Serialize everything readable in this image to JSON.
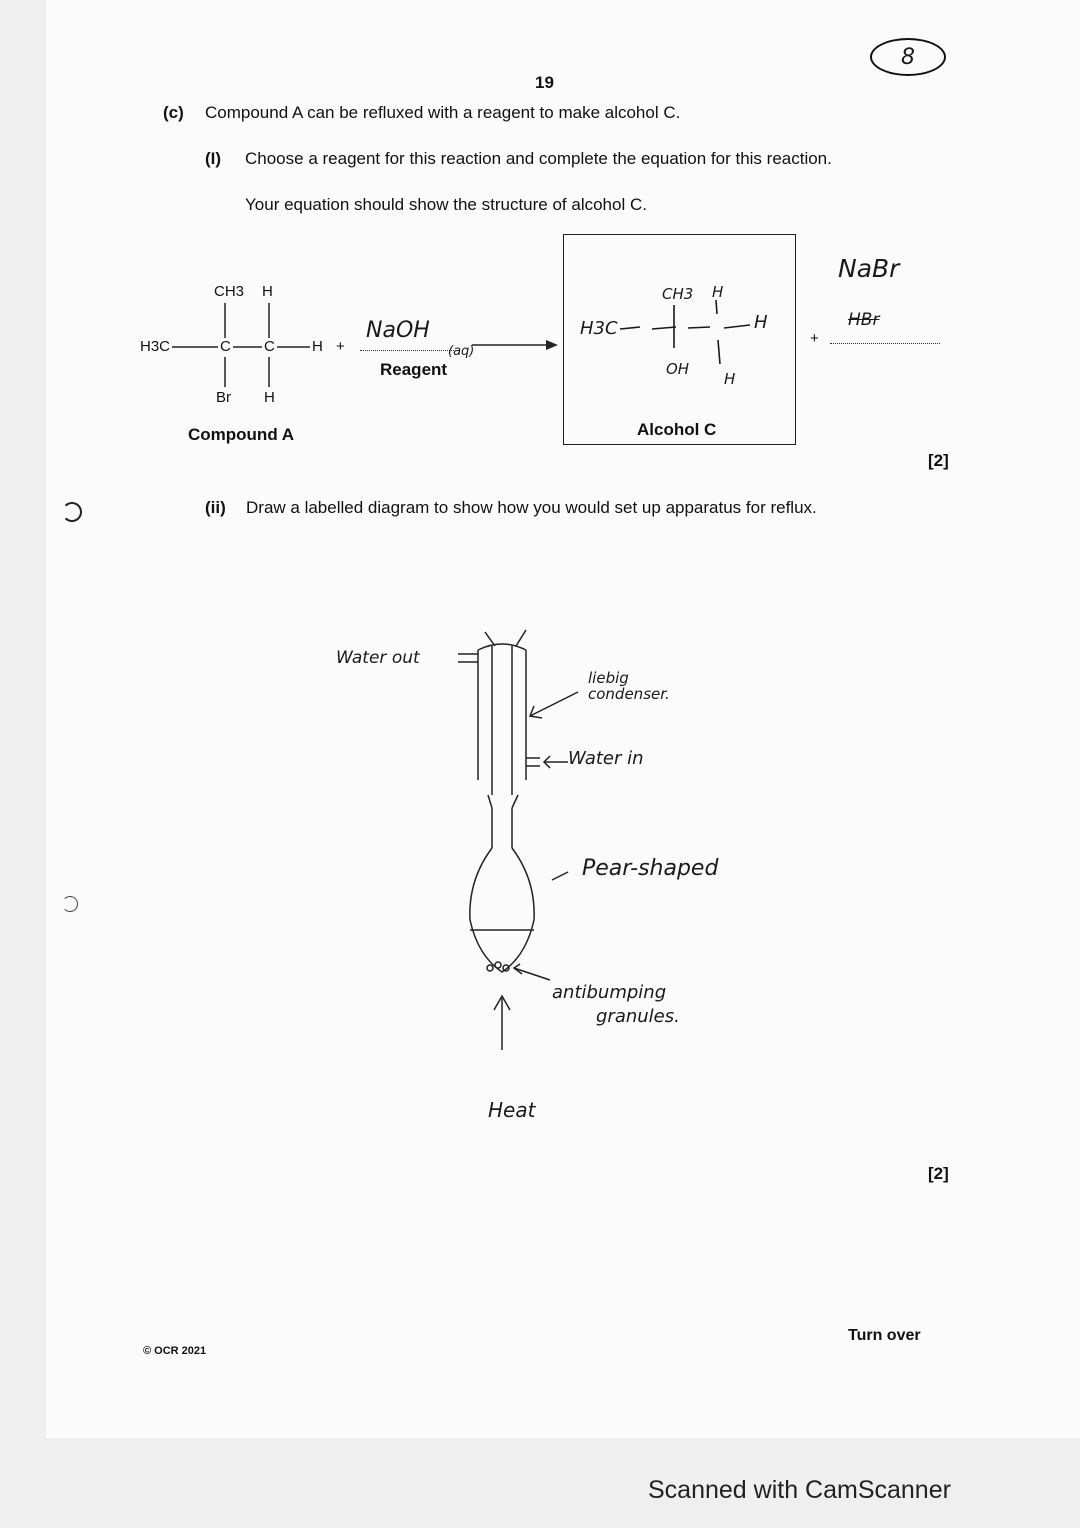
{
  "page": {
    "number": "19",
    "mark_circle": "8",
    "footer_left": "© OCR 2021",
    "footer_right": "Turn over",
    "scanner_watermark": "Scanned with CamScanner"
  },
  "part_c": {
    "label": "(c)",
    "stem": "Compound A can be refluxed with a reagent to make alcohol C.",
    "sub_i_label": "(I)",
    "sub_i_text": "Choose a reagent for this reaction and complete the equation for this reaction.",
    "sub_i_text2": "Your equation should show the structure of alcohol C.",
    "marks_i": "[2]",
    "sub_ii_label": "(ii)",
    "sub_ii_text": "Draw a labelled diagram to show how you would set up apparatus for reflux.",
    "marks_ii": "[2]"
  },
  "equation": {
    "compound_a": {
      "ch3": "CH3",
      "h_top": "H",
      "h3c": "H3C",
      "c1": "C",
      "c2": "C",
      "h_right": "H",
      "br": "Br",
      "h_bottom": "H",
      "label": "Compound A"
    },
    "plus1": "+",
    "reagent_answer": "NaOH",
    "reagent_state": "(aq)",
    "reagent_label": "Reagent",
    "alcohol_c": {
      "ch3": "CH3",
      "h_top": "H",
      "h3c": "H3C",
      "h_right": "H",
      "oh": "OH",
      "h_bottom": "H",
      "label": "Alcohol C"
    },
    "plus2": "+",
    "product_answer": "NaBr",
    "crossed_out": "HBr"
  },
  "reflux_diagram": {
    "water_out": "Water out",
    "condenser": "liebig condenser.",
    "water_in": "Water in",
    "flask": "Pear-shaped",
    "granules_1": "antibumping",
    "granules_2": "granules.",
    "heat": "Heat"
  }
}
